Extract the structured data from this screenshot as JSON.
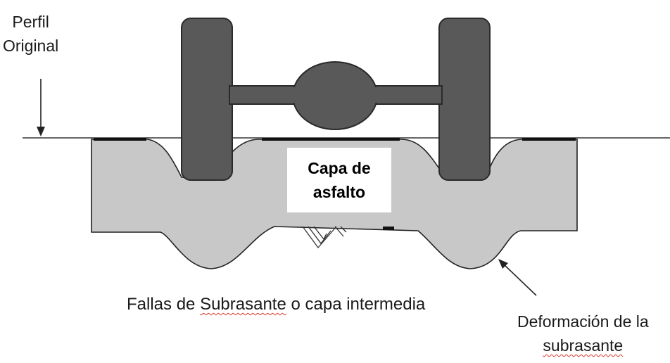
{
  "labels": {
    "perfil_line1": "Perfil",
    "perfil_line2": "Original",
    "capa_line1": "Capa de",
    "capa_line2": "asfalto",
    "fallas_pre": "Fallas de ",
    "fallas_flagged": "Subrasante",
    "fallas_post": " o capa intermedia",
    "deform_line1": "Deformación de la",
    "deform_line2": "subrasante"
  },
  "colors": {
    "axle": "#595959",
    "asphalt": "#c8c8c8",
    "outline": "#222222",
    "spellcheck": "#d9362b"
  }
}
